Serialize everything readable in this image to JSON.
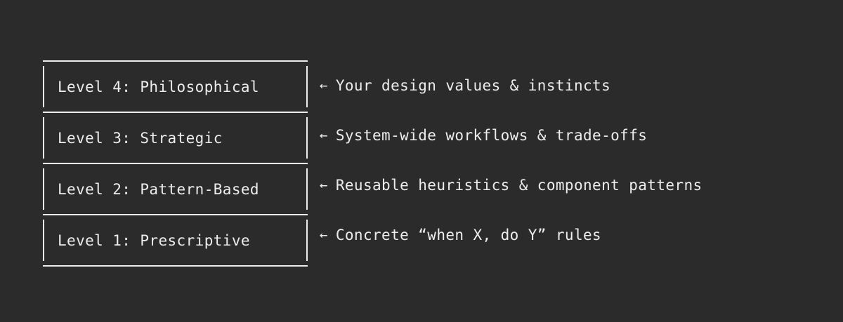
{
  "theme": {
    "background": "#2b2b2b",
    "foreground": "#ededed"
  },
  "diagram": {
    "type": "stacked-ladder-ascii-box",
    "arrow_glyph": "←",
    "levels": [
      {
        "label": "Level 4: Philosophical",
        "annotation": "Your design values & instincts"
      },
      {
        "label": "Level 3: Strategic",
        "annotation": "System-wide workflows & trade-offs"
      },
      {
        "label": "Level 2: Pattern-Based",
        "annotation": "Reusable heuristics & component patterns"
      },
      {
        "label": "Level 1: Prescriptive",
        "annotation": "Concrete “when X, do Y” rules"
      }
    ]
  }
}
